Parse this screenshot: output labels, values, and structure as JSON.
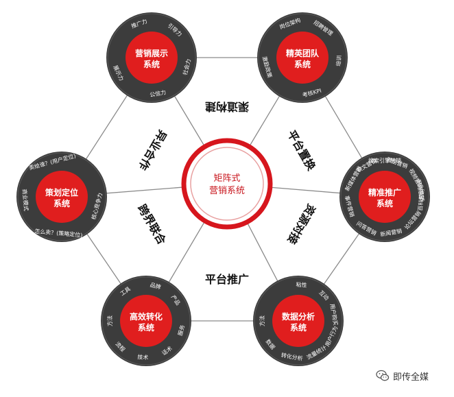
{
  "colors": {
    "dark": "#3c3c3c",
    "ring": "#2f2f2f",
    "red": "#e01e1e",
    "line": "#8a8a8a",
    "center_ring": "#d6161d"
  },
  "center": {
    "line1": "矩阵式",
    "line2": "营销系统"
  },
  "nodes": [
    {
      "id": "marketing-display",
      "title_line1": "营销展示",
      "title_line2": "系统",
      "tags": [
        "推广力",
        "引导力",
        "社会力",
        "公信力",
        "展示力"
      ]
    },
    {
      "id": "elite-team",
      "title_line1": "精英团队",
      "title_line2": "系统",
      "tags": [
        "岗位架构",
        "招聘管理",
        "培训",
        "考核KPI",
        "激励政策"
      ]
    },
    {
      "id": "strategy-positioning",
      "title_line1": "策划定位",
      "title_line2": "系统",
      "tags": [
        "卖给谁？(用户定位)",
        "核心竞争力",
        "怎么卖？(策略定位)",
        "商业模式"
      ]
    },
    {
      "id": "precision-promotion",
      "title_line1": "精准推广",
      "title_line2": "系统",
      "tags": [
        "微信营销",
        "视频营销",
        "百科营销",
        "论坛营销",
        "新闻营销",
        "问答营销",
        "事件营销",
        "新媒体营销",
        "软文营销",
        "搜索引擎营销",
        "网络营销"
      ]
    },
    {
      "id": "efficient-conversion",
      "title_line1": "高效转化",
      "title_line2": "系统",
      "tags": [
        "工具",
        "品牌",
        "产品",
        "服务",
        "话术",
        "技术",
        "流程",
        "方法"
      ]
    },
    {
      "id": "data-analysis",
      "title_line1": "数据分析",
      "title_line2": "系统",
      "tags": [
        "粘性",
        "互动",
        "用户购买",
        "用户行为",
        "流量统计",
        "转化分析",
        "数据",
        "方法"
      ]
    }
  ],
  "edge_labels": {
    "top": "渠道构建",
    "upper_left": "异业合作",
    "upper_right": "平台置换",
    "lower_left": "跨界联合",
    "lower_right": "资源对接",
    "bottom": "平台推广"
  },
  "watermark": {
    "text": "即传全媒",
    "icon": "wechat-icon"
  }
}
